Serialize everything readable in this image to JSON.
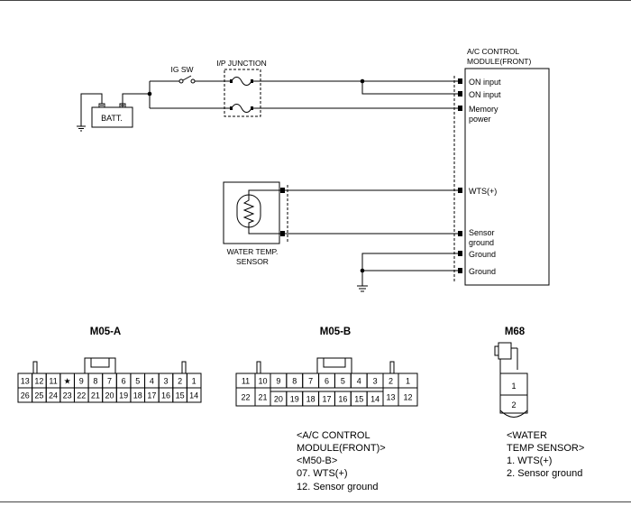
{
  "schematic": {
    "ig_sw": "IG SW",
    "junction": "I/P JUNCTION",
    "battery": "BATT.",
    "module_title": [
      "A/C CONTROL",
      "MODULE(FRONT)"
    ],
    "module_pins": {
      "on_input_1": "ON input",
      "on_input_2": "ON input",
      "memory_power": [
        "Memory",
        "power"
      ],
      "wts": "WTS(+)",
      "sensor_ground": [
        "Sensor",
        "ground"
      ],
      "ground_1": "Ground",
      "ground_2": "Ground"
    },
    "sensor_label": [
      "WATER TEMP.",
      "SENSOR"
    ]
  },
  "connectors": {
    "m05a": {
      "title": "M05-A",
      "row1": [
        "13",
        "12",
        "11",
        "★",
        "9",
        "8",
        "7",
        "6",
        "5",
        "4",
        "3",
        "2",
        "1"
      ],
      "row2": [
        "26",
        "25",
        "24",
        "23",
        "22",
        "21",
        "20",
        "19",
        "18",
        "17",
        "16",
        "15",
        "14"
      ]
    },
    "m05b": {
      "title": "M05-B",
      "row1": [
        "11",
        "10",
        "9",
        "8",
        "7",
        "6",
        "5",
        "4",
        "3",
        "2",
        "1"
      ],
      "row2": [
        "22",
        "21",
        "20",
        "19",
        "18",
        "17",
        "16",
        "15",
        "14",
        "13",
        "12"
      ]
    },
    "m68": {
      "title": "M68",
      "pins": [
        "1",
        "2"
      ]
    }
  },
  "notes": {
    "module": [
      "<A/C CONTROL",
      "MODULE(FRONT)>",
      "<M50-B>",
      "07. WTS(+)",
      "12. Sensor ground"
    ],
    "sensor": [
      "<WATER",
      "TEMP SENSOR>",
      "1. WTS(+)",
      "2. Sensor ground"
    ]
  }
}
